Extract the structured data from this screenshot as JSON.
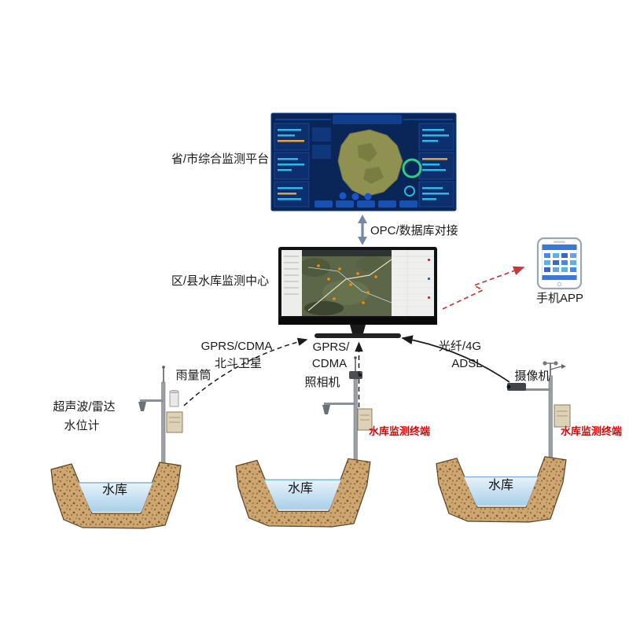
{
  "nodes": {
    "platform": {
      "label": "省/市综合监测平台"
    },
    "monitor_center": {
      "label": "区/县水库监测中心"
    },
    "phone": {
      "label": "手机APP"
    }
  },
  "links": {
    "opc": {
      "label": "OPC/数据库对接"
    },
    "left_uplink": {
      "line1": "GPRS/CDMA",
      "line2": "北斗卫星"
    },
    "middle_uplink": {
      "line1": "GPRS/",
      "line2": "CDMA"
    },
    "right_uplink": {
      "line1": "光纤/4G",
      "line2": "ADSL"
    }
  },
  "stations": {
    "left": {
      "rain_gauge": "雨量筒",
      "level_line1": "超声波/雷达",
      "level_line2": "水位计"
    },
    "middle": {
      "device": "照相机",
      "terminal": "水库监测终端"
    },
    "right": {
      "device": "摄像机",
      "terminal": "水库监测终端"
    }
  },
  "reservoirs": {
    "label": "水库"
  },
  "colors": {
    "terminal_text": "#e60000",
    "phone_link_arrow": "#c23b3b",
    "uplink_arrow": "#1a1a1a",
    "opc_arrow": "#7089a6",
    "water": "#bcd9ee",
    "earth": "#cda672",
    "dashboard_bg": "#0a2558",
    "monitor_bezel": "#111111"
  }
}
